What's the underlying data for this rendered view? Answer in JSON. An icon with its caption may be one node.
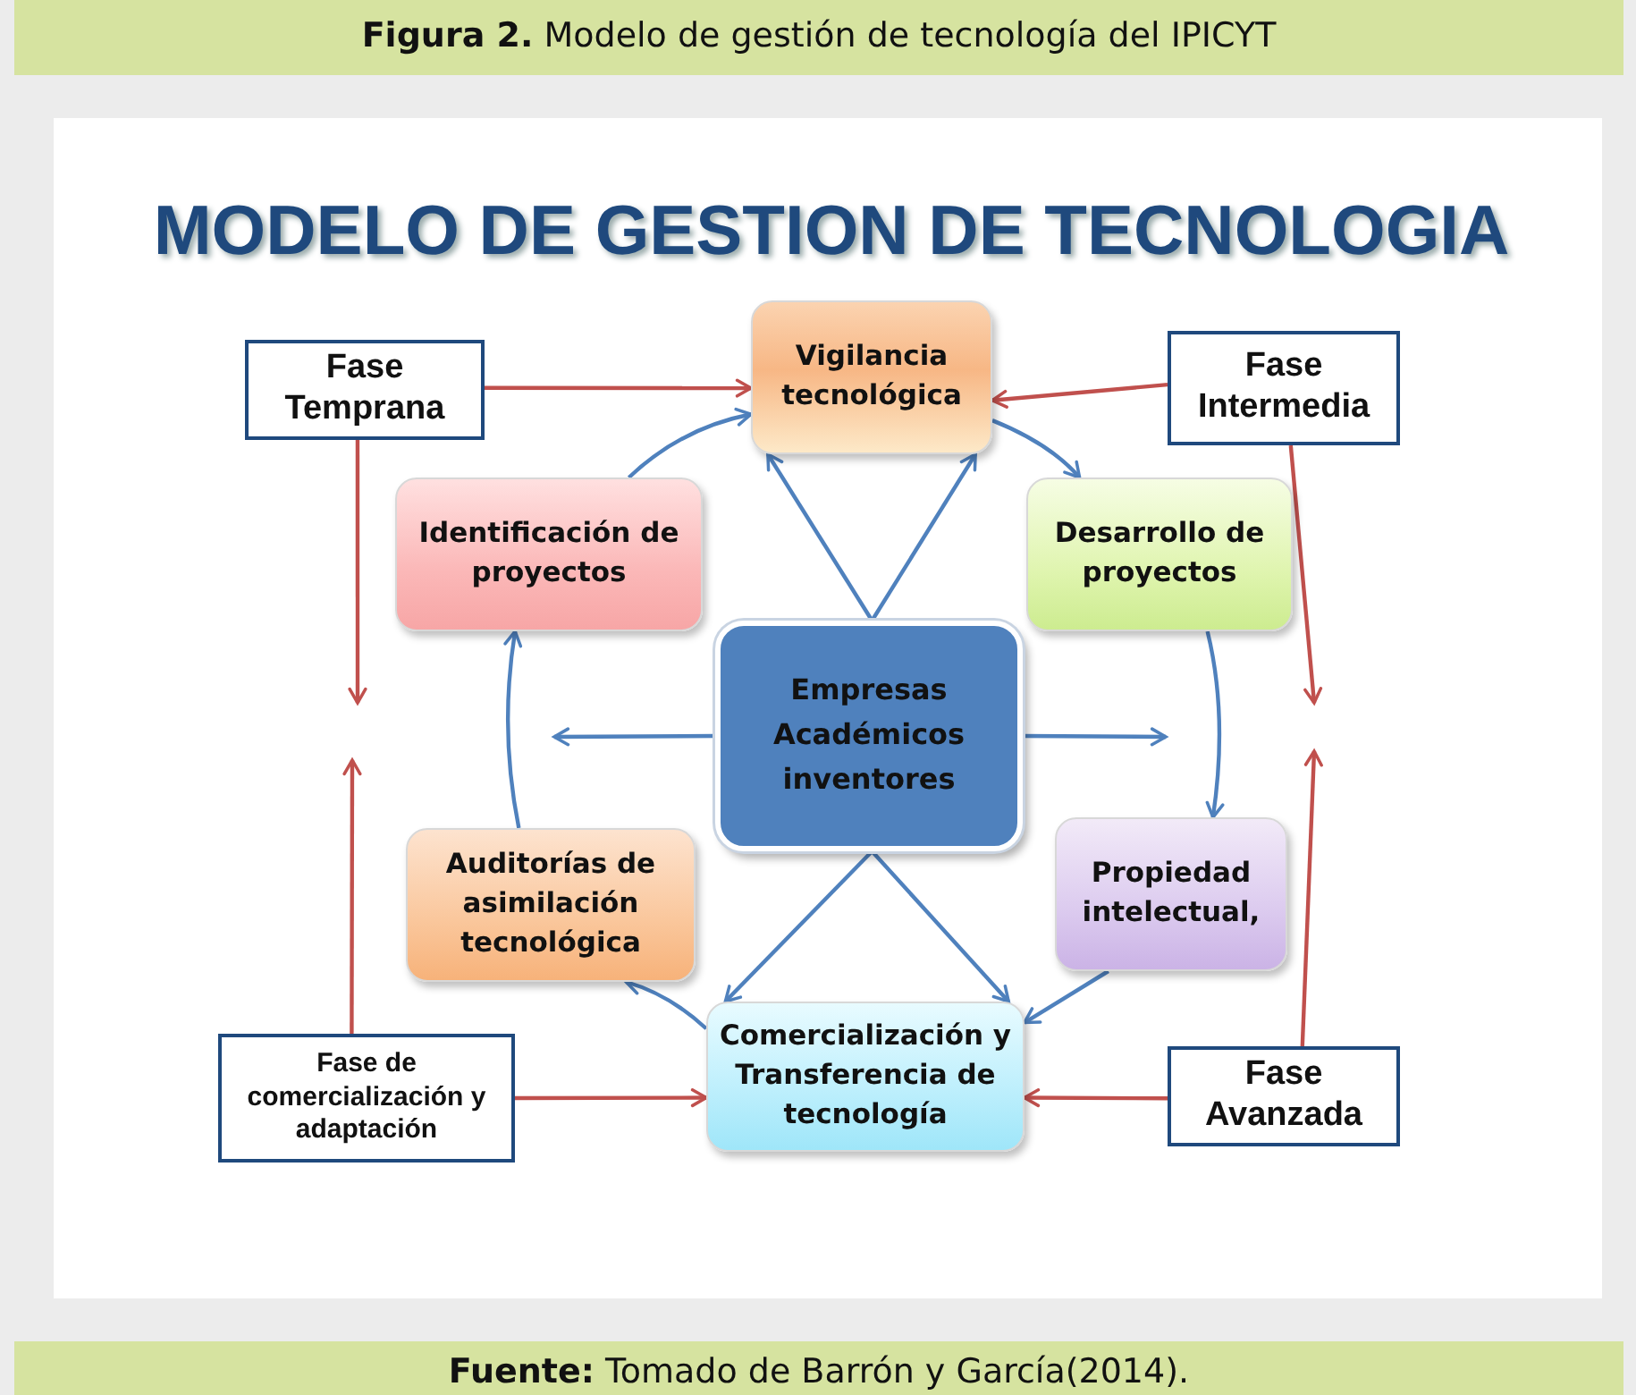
{
  "diagram": {
    "title": "**Figura 2.** Modelo de gestión de tecnología del IPICYT",
    "caption": "**Fuente:** Tomado de Barrón y García(2014).",
    "nodes": [
      {
        "text": [
          "Fase Temprana"
        ]
      },
      {
        "text": [
          "Vigilancia tecnológica"
        ]
      },
      {
        "text": [
          "Fase Intermedia"
        ]
      },
      {
        "text": [
          "Identificación de proyectos"
        ]
      },
      {
        "text": [
          "Desarrollo de proyectos"
        ]
      },
      {
        "text": [
          "Empresas Académicos inventores"
        ]
      },
      {
        "text": [
          "Auditorías de asimilación tecnológica"
        ]
      },
      {
        "text": [
          "Propiedad intelectual,"
        ]
      },
      {
        "text": [
          "Fase de comercialización y adaptación"
        ]
      },
      {
        "text": [
          "Comercialización y Transferencia de tecnología"
        ]
      },
      {
        "text": [
          "Fase Avanzada"
        ]
      }
    ],
    "edges": [
      {
        "from": 0,
        "to": 1,
        "arrow": "to",
        "color": "#c0504d"
      },
      {
        "from": 2,
        "to": 1,
        "arrow": "to",
        "color": "#c0504d"
      },
      {
        "from": 0,
        "to": null,
        "arrow": "to",
        "color": "#c0504d"
      },
      {
        "from": 8,
        "to": null,
        "arrow": "to",
        "color": "#c0504d"
      },
      {
        "from": 2,
        "to": null,
        "arrow": "to",
        "color": "#c0504d"
      },
      {
        "from": 10,
        "to": null,
        "arrow": "to",
        "color": "#c0504d"
      },
      {
        "from": 8,
        "to": 9,
        "arrow": "to",
        "color": "#c0504d"
      },
      {
        "from": 10,
        "to": 9,
        "arrow": "to",
        "color": "#c0504d"
      },
      {
        "from": 3,
        "to": 1,
        "arrow": "to"
      },
      {
        "from": 1,
        "to": 4,
        "arrow": "to"
      },
      {
        "from": 4,
        "to": 7,
        "arrow": "to"
      },
      {
        "from": 7,
        "to": 9,
        "arrow": "to"
      },
      {
        "from": 9,
        "to": 6,
        "arrow": "to"
      },
      {
        "from": 6,
        "to": 3,
        "arrow": "to"
      },
      {
        "from": 5,
        "to": 1,
        "arrow": "to"
      },
      {
        "from": 5,
        "to": 1,
        "arrow": "to"
      },
      {
        "from": 5,
        "to": null,
        "arrow": "to"
      },
      {
        "from": 5,
        "to": null,
        "arrow": "to"
      },
      {
        "from": 5,
        "to": 9,
        "arrow": "to"
      },
      {
        "from": 5,
        "to": 9,
        "arrow": "to"
      }
    ],
    "labels": [
      "MODELO DE GESTION DE TECNOLOGIA"
    ]
  }
}
